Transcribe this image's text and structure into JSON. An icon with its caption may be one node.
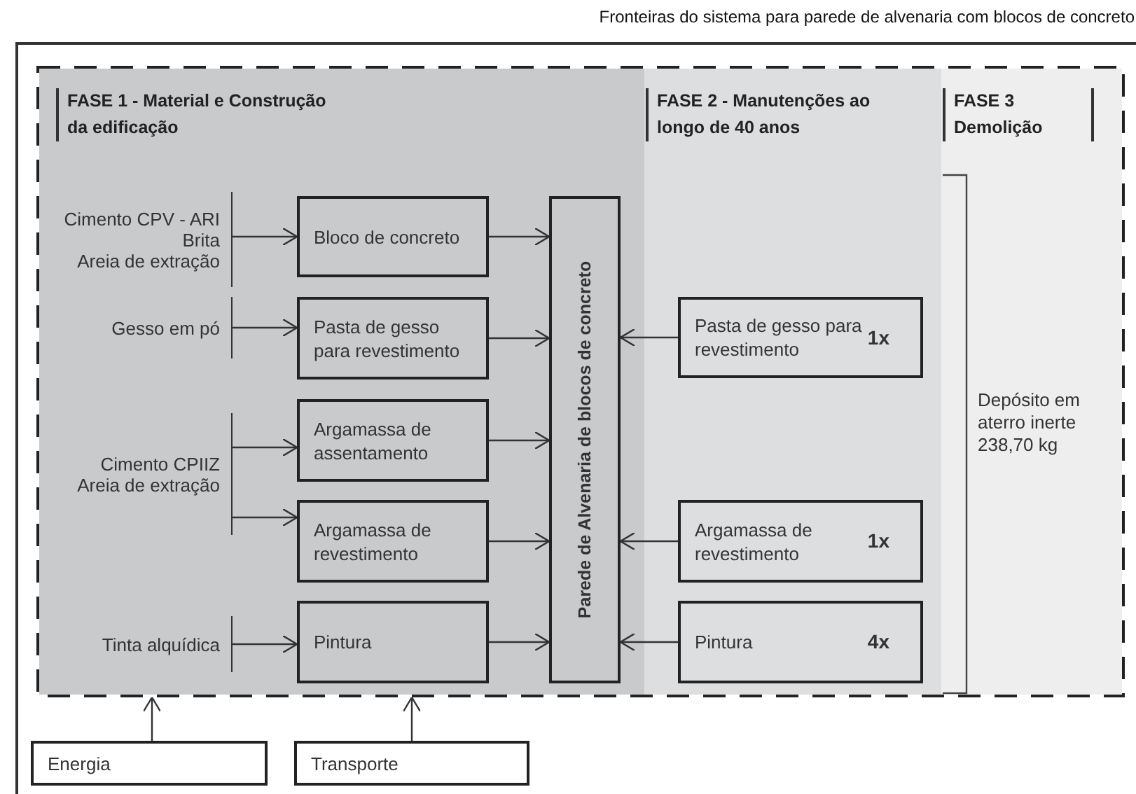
{
  "diagram": {
    "title": "Fronteiras do sistema para parede de alvenaria com blocos de concreto",
    "nodes": [
      {
        "text": [],
        "shape": "box"
      },
      {
        "text": [
          "FASE 1 - Material e Construção da edificação"
        ],
        "in": 0
      },
      {
        "text": [
          "FASE 2 - Manutenções ao longo de 40 anos"
        ],
        "in": 0
      },
      {
        "text": [
          "FASE 3 Demolição"
        ],
        "in": 0
      },
      {
        "text": [
          "Cimento CPV - ARI",
          "Brita",
          "Areia de extração"
        ],
        "in": 1
      },
      {
        "text": [
          "Bloco de concreto"
        ],
        "in": 1
      },
      {
        "text": [
          "Gesso em pó"
        ],
        "in": 1
      },
      {
        "text": [
          "Pasta de gesso para revestimento"
        ],
        "in": 1
      },
      {
        "text": [
          "Cimento CPIIZ",
          "Areia de extração"
        ],
        "in": 1
      },
      {
        "text": [
          "Argamassa de assentamento"
        ],
        "in": 1
      },
      {
        "text": [
          "Argamassa de revestimento"
        ],
        "in": 1
      },
      {
        "text": [
          "Tinta alquídica"
        ],
        "in": 1
      },
      {
        "text": [
          "Pintura"
        ],
        "in": 1
      },
      {
        "text": [
          "Parede de Alvenaria de blocos de concreto"
        ],
        "in": 1
      },
      {
        "text": [
          "Pasta de gesso para revestimento",
          "1x"
        ],
        "in": 2
      },
      {
        "text": [
          "Argamassa de revestimento",
          "1x"
        ],
        "in": 2
      },
      {
        "text": [
          "Pintura",
          "4x"
        ],
        "in": 2
      },
      {
        "text": [
          "Depósito em aterro inerte 238,70 kg"
        ],
        "in": 3
      },
      {
        "text": [
          "Energia"
        ]
      },
      {
        "text": [
          "Transporte"
        ]
      }
    ],
    "edges": [
      {
        "from": 4,
        "to": 5,
        "arrow": "to"
      },
      {
        "from": 6,
        "to": 7,
        "arrow": "to"
      },
      {
        "from": 8,
        "to": 9,
        "arrow": "to"
      },
      {
        "from": 8,
        "to": 10,
        "arrow": "to"
      },
      {
        "from": 11,
        "to": 12,
        "arrow": "to"
      },
      {
        "from": 5,
        "to": 13,
        "arrow": "to"
      },
      {
        "from": 7,
        "to": 13,
        "arrow": "to"
      },
      {
        "from": 9,
        "to": 13,
        "arrow": "to"
      },
      {
        "from": 10,
        "to": 13,
        "arrow": "to"
      },
      {
        "from": 12,
        "to": 13,
        "arrow": "to"
      },
      {
        "from": 14,
        "to": 13,
        "arrow": "to"
      },
      {
        "from": 15,
        "to": 13,
        "arrow": "to"
      },
      {
        "from": 16,
        "to": 13,
        "arrow": "to"
      },
      {
        "from": 18,
        "to": 0,
        "arrow": "to"
      },
      {
        "from": 19,
        "to": 0,
        "arrow": "to"
      }
    ]
  }
}
